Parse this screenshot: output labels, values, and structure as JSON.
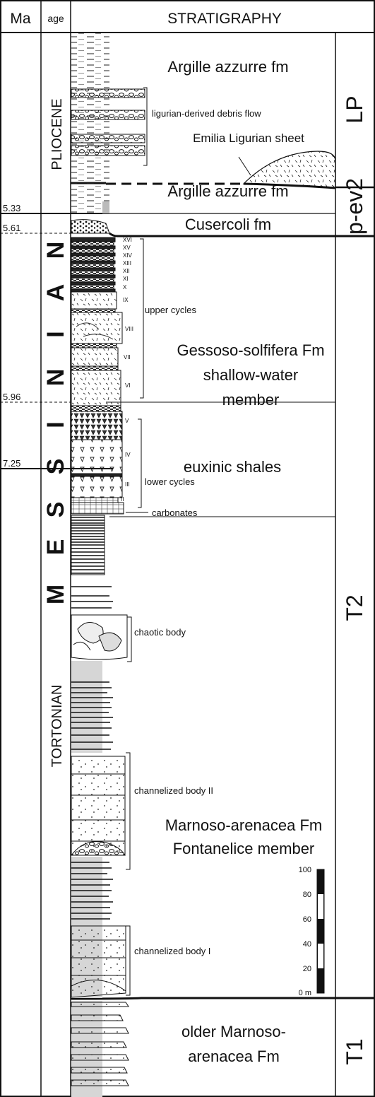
{
  "header": {
    "ma": "Ma",
    "age": "age",
    "stratigraphy": "STRATIGRAPHY"
  },
  "ages": {
    "pliocene": "PLIOCENE",
    "messinian": [
      "M",
      "E",
      "S",
      "S",
      "I",
      "N",
      "I",
      "A",
      "N"
    ],
    "tortonian": "TORTONIAN"
  },
  "ma_ticks": [
    "5.33",
    "5.61",
    "5.96",
    "7.25"
  ],
  "units": {
    "argille_upper": "Argille azzurre fm",
    "emilia": "Emilia Ligurian sheet",
    "argille_lower": "Argille azzurre fm",
    "cusercoli": "Cusercoli fm",
    "gessoso_1": "Gessoso-solfifera Fm",
    "gessoso_2": "shallow-water",
    "gessoso_3": "member",
    "euxinic": "euxinic shales",
    "marnoso_1": "Marnoso-arenacea Fm",
    "marnoso_2": "Fontanelice member",
    "older_1": "older Marnoso-",
    "older_2": "arenacea Fm"
  },
  "annotations": {
    "ligurian_debris": "ligurian-derived debris flow",
    "upper_cycles": "upper cycles",
    "lower_cycles": "lower cycles",
    "carbonates": "carbonates",
    "chaotic": "chaotic body",
    "chan2": "channelized body II",
    "chan1": "channelized body I"
  },
  "sequences": {
    "lp": "LP",
    "pev2": "p-ev2",
    "t2": "T2",
    "t1": "T1"
  },
  "cycles": [
    "XVI",
    "XV",
    "XIV",
    "XIII",
    "XII",
    "XI",
    "X",
    "IX",
    "VIII",
    "VII",
    "VI",
    "V",
    "IV",
    "III",
    "II"
  ],
  "scale_bar": {
    "labels": [
      "100",
      "80",
      "60",
      "40",
      "20",
      "0 m"
    ]
  }
}
